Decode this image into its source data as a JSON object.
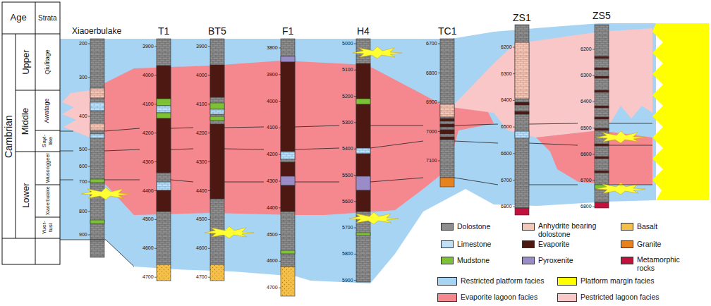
{
  "diagram": {
    "labels": [
      "Age",
      "Strata",
      "Cambrian",
      "Upper",
      "Middle",
      "Lower",
      "Qiulitage",
      "Awatage",
      "Sayi-like",
      "Wusonggeer",
      "Xiaoerbulake",
      "Yuer-tusi",
      "Xiaoerbulake",
      "T1",
      "BT5",
      "F1",
      "H4",
      "TC1",
      "ZS1",
      "ZS5",
      "200",
      "300",
      "400",
      "500",
      "600",
      "700",
      "800",
      "900",
      "3900",
      "4000",
      "4100",
      "4200",
      "4300",
      "4400",
      "4500",
      "4600",
      "4700",
      "3900",
      "4000",
      "4100",
      "4200",
      "4300",
      "4400",
      "4500",
      "4600",
      "4700",
      "3800",
      "3900",
      "4000",
      "4100",
      "4200",
      "4300",
      "4400",
      "4500",
      "4600",
      "4700",
      "5000",
      "5100",
      "5200",
      "5300",
      "5400",
      "5500",
      "5600",
      "5700",
      "5800",
      "5900",
      "6700",
      "6800",
      "6900",
      "7000",
      "7100",
      "6200",
      "6300",
      "6400",
      "6500",
      "6600",
      "6700",
      "6800",
      "6200",
      "6300",
      "6400",
      "6500",
      "6600",
      "6700",
      "6800"
    ],
    "legend": [
      {
        "text": "Dolostone",
        "color": "#8e8e8e"
      },
      {
        "text": "Anhydrite bearing dolostone",
        "color": "#f3c8b8"
      },
      {
        "text": "Basalt",
        "color": "#f5c04a"
      },
      {
        "text": "Limestone",
        "color": "#bfe0f7"
      },
      {
        "text": "Evaporite",
        "color": "#4d1812"
      },
      {
        "text": "Granite",
        "color": "#e8821e"
      },
      {
        "text": "Mudstone",
        "color": "#7cc234"
      },
      {
        "text": "Pyroxenite",
        "color": "#9a8cc8"
      },
      {
        "text": "Metamorphic rocks",
        "color": "#c0123c"
      },
      {
        "text": "Restricted platform facies",
        "color": "#a8d4f4"
      },
      {
        "text": "Platform margin facies",
        "color": "#ffff00"
      },
      {
        "text": "Evaporite lagoon facies",
        "color": "#f4888e"
      },
      {
        "text": "Pestricted lagoon facies",
        "color": "#f9c7c7"
      }
    ]
  }
}
